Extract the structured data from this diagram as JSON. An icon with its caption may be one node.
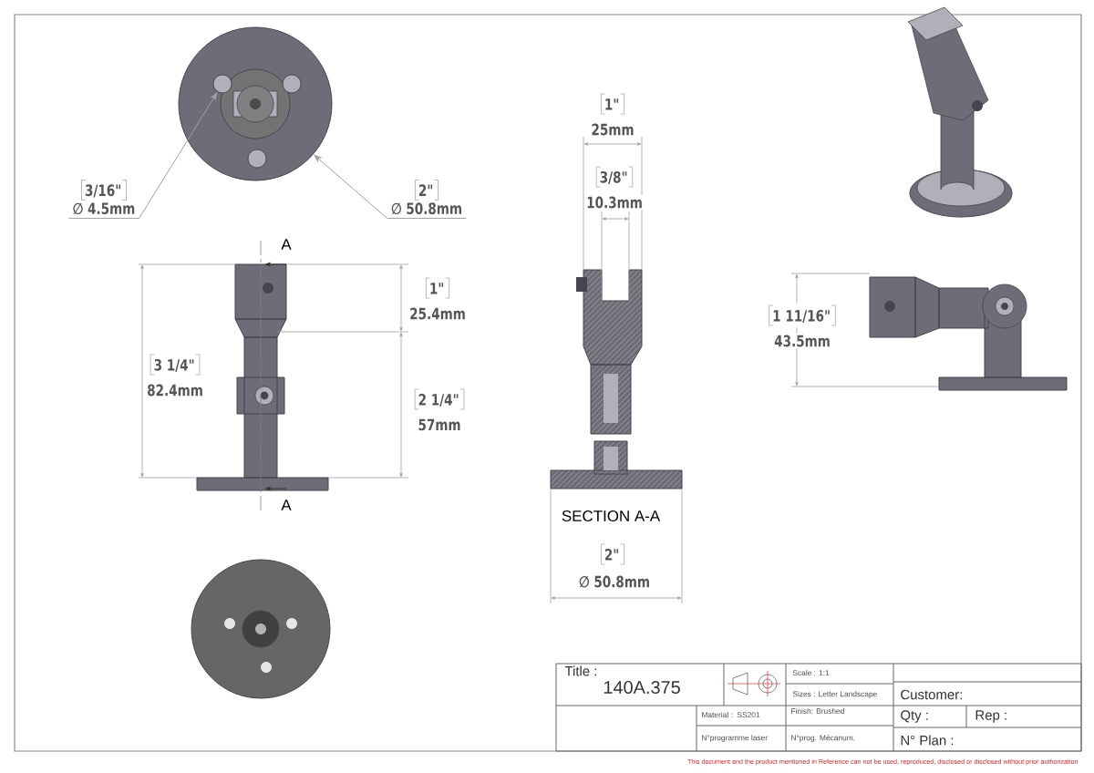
{
  "diagram": {
    "nodes": [
      {
        "text": [],
        "shape": "circle"
      },
      {
        "text": [],
        "shape": "circle",
        "in": 0
      },
      {
        "text": [],
        "shape": "circle",
        "in": 0
      },
      {
        "text": [],
        "shape": "circle",
        "in": 0
      },
      {
        "text": [
          "3/16\"",
          "∅ 4.5mm"
        ]
      },
      {
        "text": [
          "2\"",
          "∅ 50.8mm"
        ]
      }
    ],
    "edges": [
      {
        "from": 4,
        "to": 1,
        "arrow": "to"
      },
      {
        "from": 5,
        "to": 0,
        "arrow": "to"
      }
    ],
    "labels": [
      "1\"",
      "25mm",
      "3/8\"",
      "10.3mm",
      "A",
      "1\"",
      "25.4mm",
      "1 11/16\"",
      "43.5mm",
      "3 1/4\"",
      "82.4mm",
      "2 1/4\"",
      "57mm",
      "A",
      "SECTION A-A",
      "2\"",
      "∅ 50.8mm",
      "Title :",
      "140A.375",
      "Scale : 1:1",
      "Sizes : Letter Landscape",
      "Customer:",
      "Material : SS201",
      "Finish: Brushed",
      "Qty :",
      "Rep :",
      "N°programme laser",
      "N°prog. Mécanum.",
      "N° Plan :",
      "This document and the product mentioned in Reference can not be used, reproduced, disclosed or disclosed without prior authorization"
    ]
  }
}
